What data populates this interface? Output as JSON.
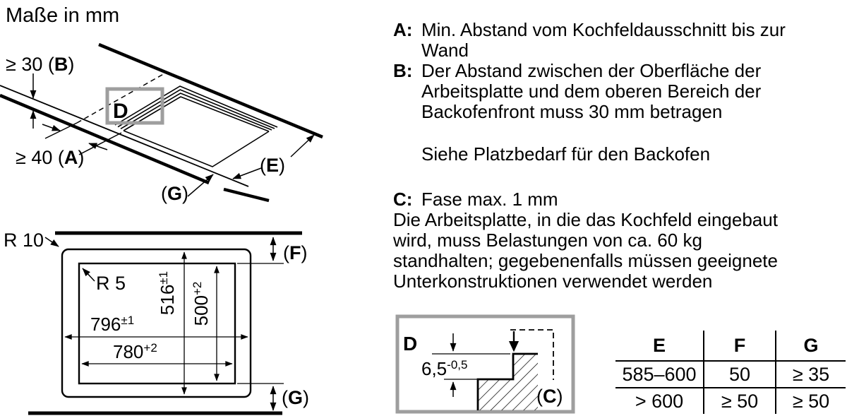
{
  "title": "Maße in mm",
  "colors": {
    "ink": "#000000",
    "callout_border": "#9e9e9e",
    "background": "#ffffff"
  },
  "symbols": {
    "open": "(",
    "close": ")"
  },
  "perspective": {
    "dim_b_prefix": "≥ 30 (",
    "dim_b_key": "B",
    "dim_a_prefix": "≥ 40 (",
    "dim_a_key": "A",
    "dim_e_key": "E",
    "dim_g_key": "G",
    "detail_label": "D"
  },
  "cutout_view": {
    "corner_radius_worktop": "R 10",
    "corner_radius_cutout": "R 5",
    "outer_width": "796",
    "outer_width_tol": "±1",
    "inner_width": "780",
    "inner_width_tol": "+2",
    "outer_depth": "516",
    "outer_depth_tol": "±1",
    "inner_depth": "500",
    "inner_depth_tol": "+2",
    "dim_f_key": "F",
    "dim_g_key": "G"
  },
  "detail_d": {
    "label": "D",
    "thickness": "6,5",
    "thickness_tol": "-0,5",
    "chamfer_key": "C"
  },
  "notes": {
    "a_label": "A:",
    "a_lines": [
      "Min. Abstand vom Kochfeldausschnitt bis zur",
      "Wand"
    ],
    "b_label": "B:",
    "b_lines": [
      "Der Abstand zwischen der Oberfläche der",
      "Arbeitsplatte und dem oberen Bereich der",
      "Backofenfront muss 30 mm betragen"
    ],
    "see_also": "Siehe Platzbedarf für den Backofen",
    "c_label": "C:",
    "c_intro": "Fase max. 1 mm",
    "c_lines": [
      "Die Arbeitsplatte, in die das Kochfeld eingebaut",
      "wird, muss Belastungen von ca. 60 kg",
      "standhalten; gegebenenfalls müssen geeignete",
      "Unterkonstruktionen verwendet werden"
    ]
  },
  "table": {
    "headers": [
      "E",
      "F",
      "G"
    ],
    "rows": [
      [
        "585–600",
        "50",
        "≥ 35"
      ],
      [
        "> 600",
        "≥ 50",
        "≥ 50"
      ]
    ]
  }
}
